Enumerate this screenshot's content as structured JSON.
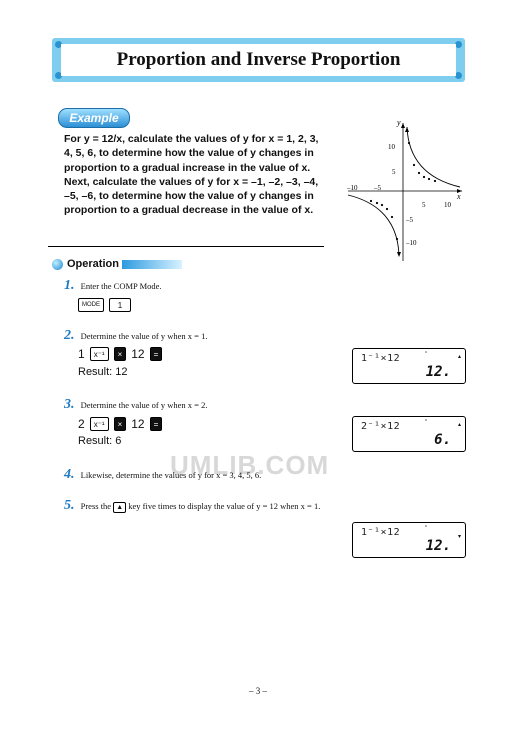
{
  "title": "Proportion and Inverse Proportion",
  "example_label": "Example",
  "problem": {
    "para1": "For y = 12/x, calculate the values of y for x = 1, 2, 3, 4, 5, 6, to determine how the value of y changes in proportion to a gradual increase in the value of x.",
    "para2": "Next, calculate the values of y for x = –1, –2, –3, –4, –5, –6, to determine how the value of y changes in proportion to a gradual decrease in the value of x."
  },
  "graph": {
    "y_label": "y",
    "x_label": "x",
    "x_ticks": [
      "–10",
      "–5",
      "5",
      "10"
    ],
    "y_ticks": [
      "10",
      "5",
      "–5",
      "–10"
    ]
  },
  "operation_label": "Operation",
  "steps": [
    {
      "num": "1.",
      "text": "Enter the COMP Mode."
    },
    {
      "num": "2.",
      "text": "Determine the value of y when x = 1."
    },
    {
      "num": "3.",
      "text": "Determine the value of y when x = 2."
    },
    {
      "num": "4.",
      "text": "Likewise, determine the values of y for x = 3, 4, 5, 6."
    },
    {
      "num": "5.",
      "text_before": "Press the",
      "text_after": "key five times to display the value of y = 12 when x = 1."
    }
  ],
  "keys": {
    "mode": "MODE",
    "one": "1",
    "inverse": "x⁻¹",
    "times": "×",
    "equals": "="
  },
  "entries": [
    {
      "prefix": "1",
      "value": "12",
      "result": "Result: 12"
    },
    {
      "prefix": "2",
      "value": "12",
      "result": "Result: 6"
    }
  ],
  "displays": [
    {
      "expr": "1⁻¹×12",
      "result": "12."
    },
    {
      "expr": "2⁻¹×12",
      "result": "6."
    },
    {
      "expr": "1⁻¹×12",
      "result": "12."
    }
  ],
  "watermark": "UMLIB.COM",
  "page_number": "– 3 –"
}
